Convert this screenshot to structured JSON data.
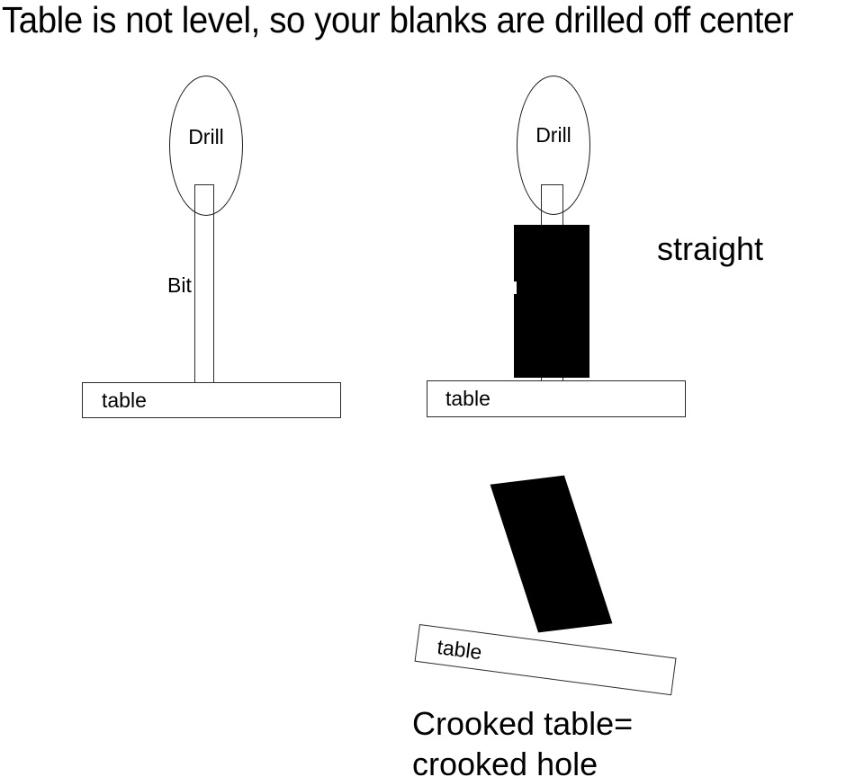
{
  "title": "Table is not level, so your blanks are drilled off center",
  "diagrams": [
    {
      "id": "left-drill-empty-table",
      "drill_label": "Drill",
      "bit_label": "Bit",
      "table_label": "table",
      "blank_present": false
    },
    {
      "id": "middle-drill-straight-blank",
      "drill_label": "Drill",
      "table_label": "table",
      "blank_present": true,
      "annotation": "straight"
    },
    {
      "id": "bottom-crooked-table",
      "table_label": "table",
      "blank_present": true,
      "annotation": "Crooked table=\ncrooked hole"
    }
  ],
  "labels": {
    "drill": "Drill",
    "bit": "Bit",
    "table": "table",
    "straight": "straight",
    "crooked": "Crooked table=\ncrooked hole"
  },
  "colors": {
    "background": "#ffffff",
    "stroke": "#2b2b2b",
    "blank_fill": "#000000",
    "text": "#000000"
  }
}
